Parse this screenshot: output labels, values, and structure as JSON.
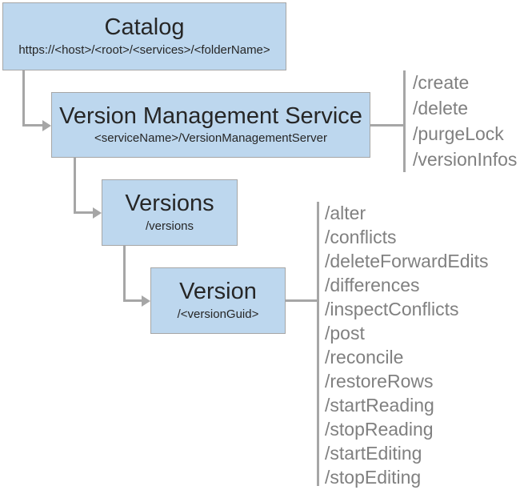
{
  "colors": {
    "box_fill": "#BDD7EE",
    "box_border": "#A6A6A6",
    "connector": "#A6A6A6",
    "title_text": "#262626",
    "ops_text": "#808080"
  },
  "boxes": {
    "catalog": {
      "title": "Catalog",
      "subtitle": "https://<host>/<root>/<services>/<folderName>"
    },
    "vms": {
      "title": "Version Management Service",
      "subtitle": "<serviceName>/VersionManagementServer"
    },
    "versions": {
      "title": "Versions",
      "subtitle": "/versions"
    },
    "version": {
      "title": "Version",
      "subtitle": "/<versionGuid>"
    }
  },
  "vms_ops": {
    "items": [
      "/create",
      "/delete",
      "/purgeLock",
      "/versionInfos"
    ]
  },
  "version_ops": {
    "items": [
      "/alter",
      "/conflicts",
      "/deleteForwardEdits",
      "/differences",
      "/inspectConflicts",
      "/post",
      "/reconcile",
      "/restoreRows",
      "/startReading",
      "/stopReading",
      "/startEditing",
      "/stopEditing"
    ]
  }
}
